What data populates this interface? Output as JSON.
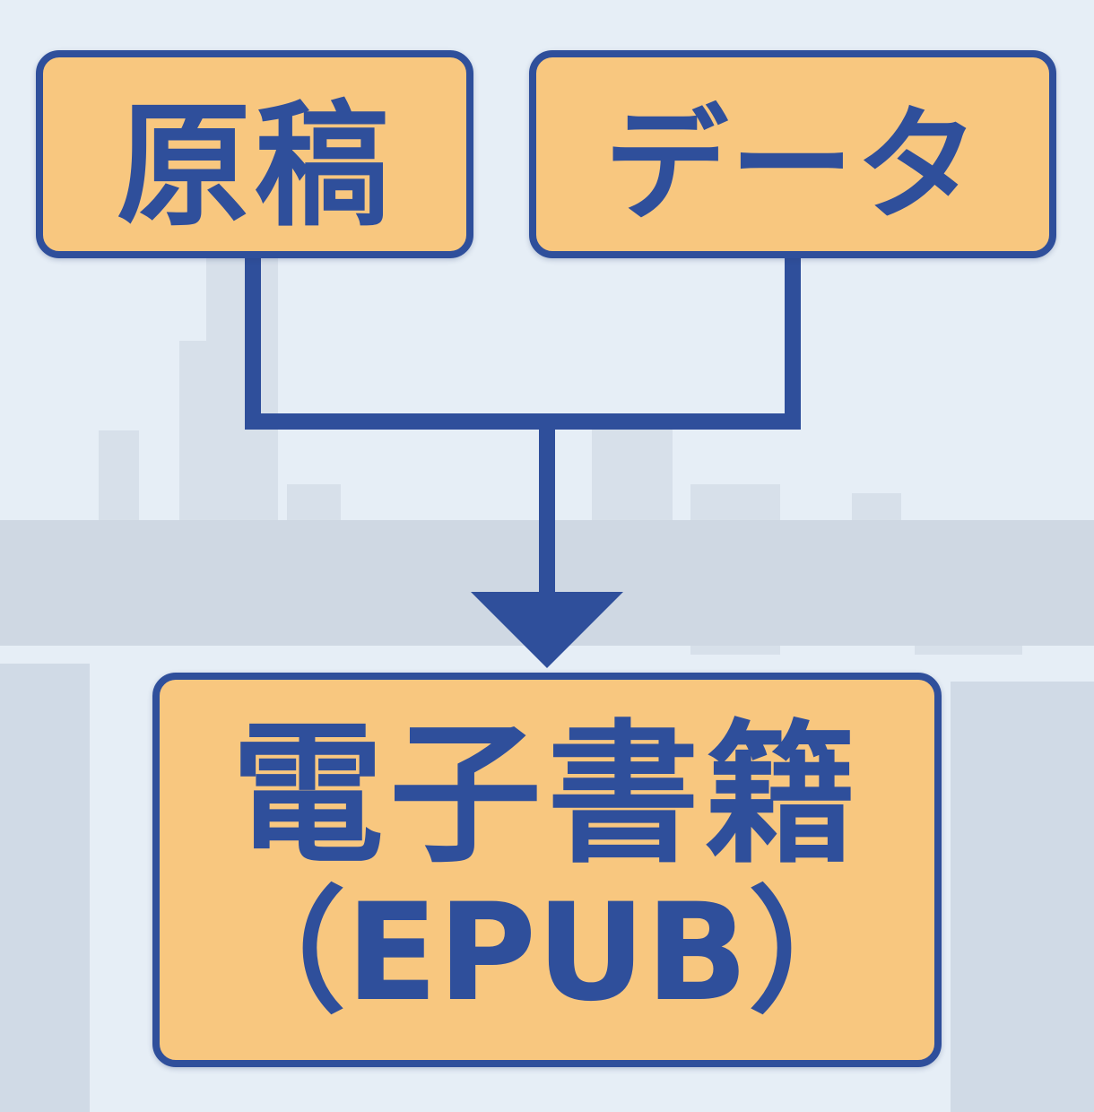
{
  "diagram": {
    "nodes": [
      {
        "id": "source-manuscript",
        "label": "原稿"
      },
      {
        "id": "source-data",
        "label": "データ"
      },
      {
        "id": "target-ebook",
        "label_line1": "電子書籍",
        "label_line2": "（EPUB）"
      }
    ],
    "edges": [
      {
        "from": "source-manuscript",
        "to": "target-ebook"
      },
      {
        "from": "source-data",
        "to": "target-ebook"
      }
    ]
  },
  "colors": {
    "node_fill": "#f8c77f",
    "stroke": "#2f4f9b",
    "background": "#e6eef6"
  }
}
